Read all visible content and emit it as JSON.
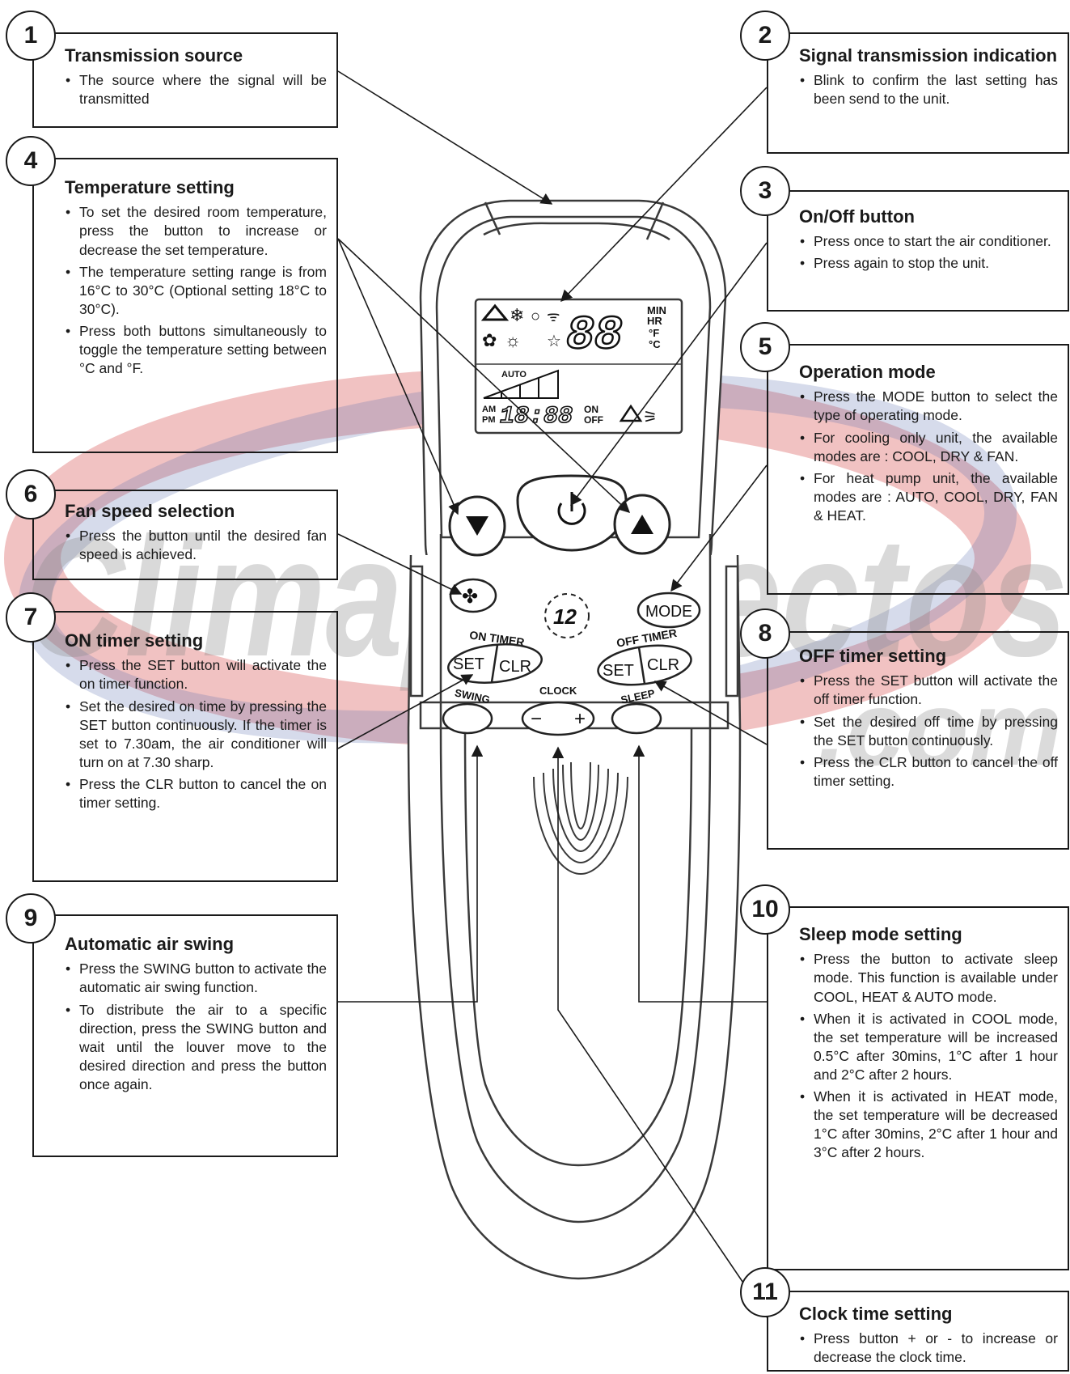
{
  "watermark": {
    "text": "Climaproyectos",
    "sub": ".com"
  },
  "remote": {
    "mode_label": "MODE",
    "on_timer_label": "ON TIMER",
    "off_timer_label": "OFF TIMER",
    "set_label": "SET",
    "clr_label": "CLR",
    "swing_label": "SWING",
    "clock_label": "CLOCK",
    "sleep_label": "SLEEP",
    "minus": "−",
    "plus": "+",
    "marker_12": "12",
    "lcd": {
      "digits": "88",
      "min": "MIN",
      "hr": "HR",
      "f": "°F",
      "c": "°C",
      "auto": "AUTO",
      "am": "AM",
      "pm": "PM",
      "clock": "18:88",
      "on": "ON",
      "off": "OFF"
    }
  },
  "callouts": [
    {
      "num": "1",
      "title": "Transmission source",
      "items": [
        "The source where the signal will be transmitted"
      ]
    },
    {
      "num": "2",
      "title": "Signal transmission indication",
      "items": [
        "Blink to confirm the last setting has been send to the unit."
      ]
    },
    {
      "num": "3",
      "title": "On/Off button",
      "items": [
        "Press once to start the air conditioner.",
        "Press again to stop the unit."
      ]
    },
    {
      "num": "4",
      "title": "Temperature setting",
      "items": [
        "To set the desired room temperature, press the button to increase or decrease the set temperature.",
        "The temperature setting range is from 16°C to 30°C (Optional setting 18°C to 30°C).",
        "Press both buttons simultaneously to toggle the temperature setting between °C and °F."
      ]
    },
    {
      "num": "5",
      "title": "Operation mode",
      "items": [
        "Press the MODE button to select the type of operating mode.",
        "For cooling only unit, the available modes are : COOL, DRY & FAN.",
        "For heat pump unit, the available modes are : AUTO, COOL, DRY, FAN & HEAT."
      ]
    },
    {
      "num": "6",
      "title": "Fan speed selection",
      "items": [
        "Press the button until the desired fan speed is achieved."
      ]
    },
    {
      "num": "7",
      "title": "ON timer setting",
      "items": [
        "Press the SET button will activate the on timer function.",
        "Set the desired on time by pressing the SET button continuously. If the timer is set to 7.30am, the air conditioner will turn on at 7.30 sharp.",
        "Press the CLR button to cancel the on timer setting."
      ]
    },
    {
      "num": "8",
      "title": "OFF timer setting",
      "items": [
        "Press the SET button will activate the off timer function.",
        "Set the desired off time by pressing the SET button continuously.",
        "Press the CLR button to cancel the off timer setting."
      ]
    },
    {
      "num": "9",
      "title": "Automatic air swing",
      "items": [
        "Press the SWING button to activate the automatic air swing function.",
        "To distribute the air to a specific direction, press the SWING button and wait until the louver move to the desired direction and press the button once again."
      ]
    },
    {
      "num": "10",
      "title": "Sleep mode setting",
      "items": [
        "Press the button to activate sleep mode. This function is available under COOL, HEAT & AUTO mode.",
        "When it is activated in COOL mode, the set temperature will be increased 0.5°C after 30mins, 1°C after 1 hour and 2°C after 2 hours.",
        "When it is activated in HEAT mode, the set temperature will be decreased 1°C after 30mins, 2°C after 1 hour and 3°C after 2 hours."
      ]
    },
    {
      "num": "11",
      "title": "Clock time setting",
      "items": [
        "Press button + or - to increase or decrease the clock time."
      ]
    }
  ]
}
